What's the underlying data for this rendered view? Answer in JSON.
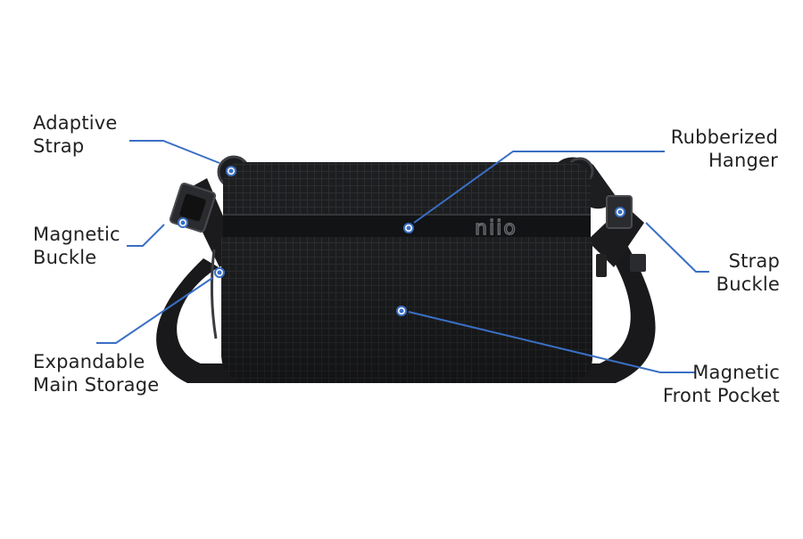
{
  "colors": {
    "leader": "#3a6fc4",
    "bag_body": "#1c1d1f",
    "bag_dark": "#111214",
    "strap": "#1a1a1c",
    "text": "#222222"
  },
  "logo_text": "niio",
  "callouts": [
    {
      "id": "adaptive-strap",
      "lines": [
        "Adaptive",
        "Strap"
      ]
    },
    {
      "id": "magnetic-buckle",
      "lines": [
        "Magnetic",
        "Buckle"
      ]
    },
    {
      "id": "expandable-main-storage",
      "lines": [
        "Expandable",
        "Main Storage"
      ]
    },
    {
      "id": "rubberized-hanger",
      "lines": [
        "Rubberized",
        "Hanger"
      ]
    },
    {
      "id": "strap-buckle",
      "lines": [
        "Strap",
        "Buckle"
      ]
    },
    {
      "id": "magnetic-front-pocket",
      "lines": [
        "Magnetic",
        "Front Pocket"
      ]
    }
  ]
}
